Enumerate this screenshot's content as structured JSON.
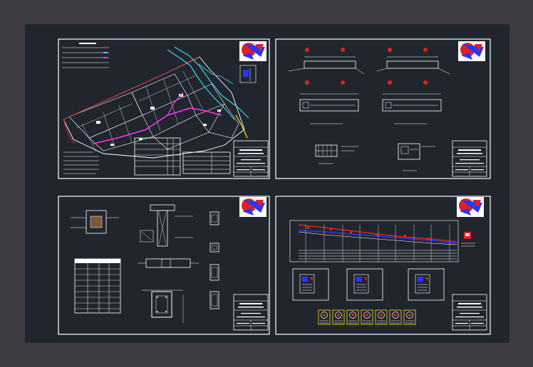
{
  "colors": {
    "canvas": "#3d3a42",
    "viewport": "#21262e",
    "line": "#ffffff",
    "cyan": "#39d6e6",
    "magenta": "#ff30ff",
    "red": "#e02020",
    "blue": "#2a35ff",
    "yellow": "#ffe21a"
  },
  "icons": [
    "north-arrow-logo-icon"
  ],
  "sheets": [
    {
      "id": "site-plan"
    },
    {
      "id": "sections"
    },
    {
      "id": "details"
    },
    {
      "id": "profile"
    }
  ]
}
